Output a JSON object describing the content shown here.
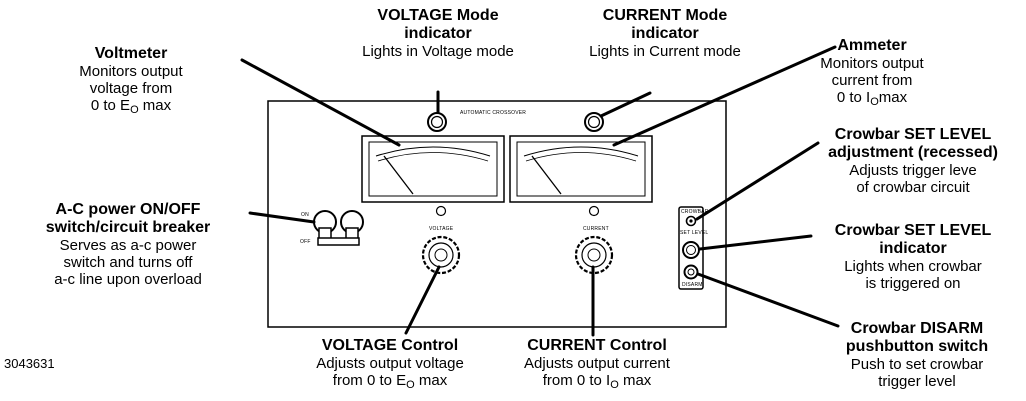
{
  "panel": {
    "top_label": "AUTOMATIC  CROSSOVER",
    "on_label": "ON",
    "off_label": "OFF",
    "voltage_label": "VOLTAGE",
    "current_label": "CURRENT",
    "crowbar_label": "CROWBAR",
    "set_level_label": "SET LEVEL",
    "disarm_label": "DISARM"
  },
  "callouts": {
    "voltage_mode": {
      "title_1": "VOLTAGE Mode",
      "title_2": "indicator",
      "desc_1": "Lights in Voltage mode"
    },
    "current_mode": {
      "title_1": "CURRENT Mode",
      "title_2": "indicator",
      "desc_1": "Lights in Current mode"
    },
    "voltmeter": {
      "title": "Voltmeter",
      "desc_1": "Monitors output",
      "desc_2": "voltage from",
      "desc_3_pre": "0 to E",
      "desc_3_sub": "O",
      "desc_3_post": " max"
    },
    "ammeter": {
      "title": "Ammeter",
      "desc_1": "Monitors output",
      "desc_2": "current from",
      "desc_3_pre": "0 to I",
      "desc_3_sub": "O",
      "desc_3_post": "max"
    },
    "ac_power": {
      "title_1": "A-C power ON/OFF",
      "title_2": "switch/circuit breaker",
      "desc_1": "Serves as a-c power",
      "desc_2": "switch and turns off",
      "desc_3": "a-c line upon overload"
    },
    "crowbar_adjust": {
      "title_1": "Crowbar SET LEVEL",
      "title_2": "adjustment (recessed)",
      "desc_1": "Adjusts trigger leve",
      "desc_2": "of crowbar circuit"
    },
    "crowbar_indicator": {
      "title_1": "Crowbar SET LEVEL",
      "title_2": "indicator",
      "desc_1": "Lights when crowbar",
      "desc_2": "is triggered on"
    },
    "crowbar_disarm": {
      "title_1": "Crowbar DISARM",
      "title_2": "pushbutton switch",
      "desc_1": "Push to set crowbar",
      "desc_2": "trigger level"
    },
    "voltage_control": {
      "title": "VOLTAGE Control",
      "desc_1": "Adjusts output voltage",
      "desc_2_pre": "from 0 to E",
      "desc_2_sub": "O",
      "desc_2_post": " max"
    },
    "current_control": {
      "title": "CURRENT Control",
      "desc_1": "Adjusts output current",
      "desc_2_pre": "from 0 to I",
      "desc_2_sub": "O",
      "desc_2_post": " max"
    }
  },
  "figure_id": "3043631"
}
